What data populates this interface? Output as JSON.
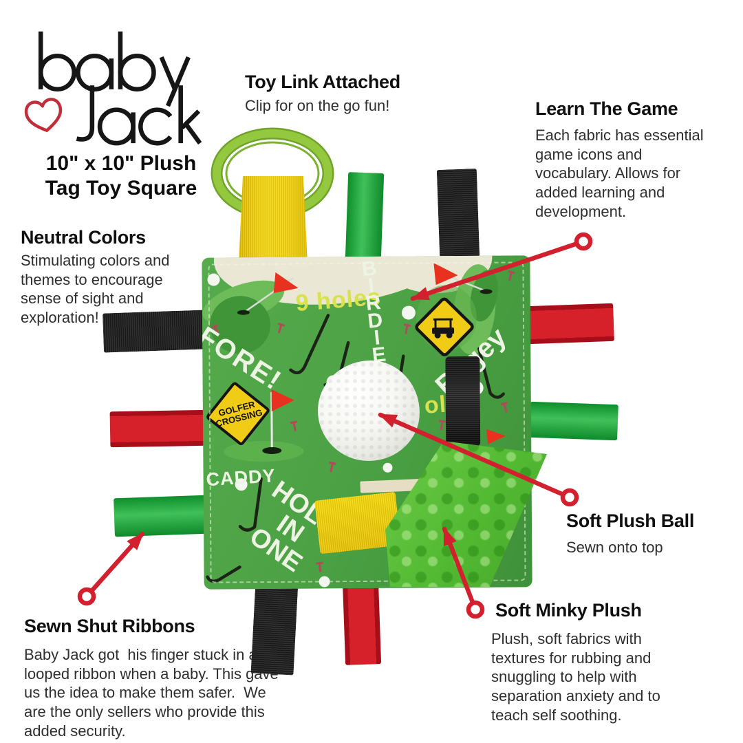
{
  "brand": {
    "name_line1": "baby",
    "name_line2": "Jack",
    "tagline": "10\" x 10\"  Plush\nTag Toy Square"
  },
  "callouts": {
    "toy_link": {
      "title": "Toy Link Attached",
      "body": "Clip for on the go fun!"
    },
    "learn_game": {
      "title": "Learn The Game",
      "body": "Each fabric has essential\ngame icons and\nvocabulary. Allows for\nadded learning and\ndevelopment."
    },
    "neutral_colors": {
      "title": "Neutral Colors",
      "body": "Stimulating colors and\nthemes to encourage\nsense of sight and\nexploration!"
    },
    "plush_ball": {
      "title": "Soft Plush Ball",
      "body": "Sewn onto top"
    },
    "minky_plush": {
      "title": "Soft Minky Plush",
      "body": "Plush, soft fabrics with\ntextures for rubbing and\nsnuggling to help with\nseparation anxiety and to\nteach self soothing."
    },
    "sewn_ribbons": {
      "title": "Sewn Shut Ribbons",
      "body": "Baby Jack got  his finger stuck in a\nlooped ribbon when a baby. This gave\nus the idea to make them safer.  We\nare the only sellers who provide this\nadded security."
    }
  },
  "fabric_text": {
    "nine_holes": "9 holes",
    "birdie": "BIRDIE",
    "fore": "FORE!",
    "bogey": "Bogey",
    "sign_line1": "GOLFER",
    "sign_line2": "CROSSING",
    "caddy": "CADDY",
    "hole_in_one": "HOLE\nIN\nONE",
    "holes_partial": "oles"
  },
  "colors": {
    "annotation_red": "#d2202e",
    "fabric_green": "#4aa043",
    "minky_green": "#52b932",
    "ribbon_yellow": "#f8da12",
    "ribbon_green": "#0f8a2b",
    "ribbon_red": "#d6202a",
    "ribbon_black": "#1d1d1d",
    "link_ring_green": "#94c93f",
    "sign_yellow": "#f1cc17",
    "heart_red": "#c22d3a"
  }
}
